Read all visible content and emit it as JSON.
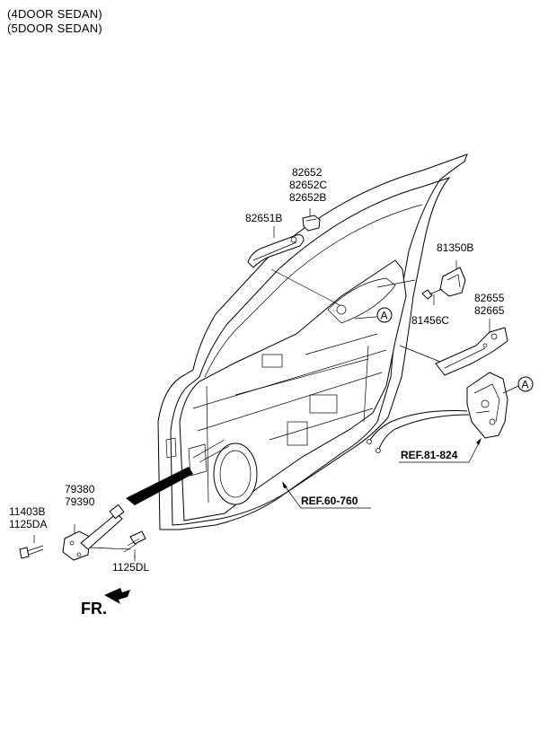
{
  "header": {
    "variants": [
      "(4DOOR SEDAN)",
      "(5DOOR SEDAN)"
    ]
  },
  "callouts": {
    "outside_handle_cover": [
      "82652",
      "82652C",
      "82652B"
    ],
    "outside_handle": "82651B",
    "striker": "81350B",
    "striker_bolt": "81456C",
    "inside_handle": [
      "82655",
      "82665"
    ],
    "checker": [
      "79380",
      "79390"
    ],
    "bolt_left": [
      "11403B",
      "1125DA"
    ],
    "bolt_right": "1125DL",
    "ref_door": "REF.60-760",
    "ref_latch": "REF.81-824",
    "marker_a": "A",
    "front": "FR."
  }
}
